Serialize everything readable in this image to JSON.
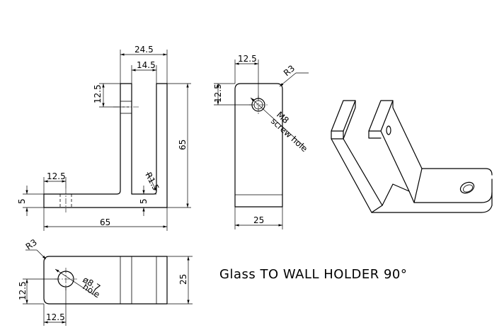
{
  "title": "Glass TO WALL HOLDER 90°",
  "views": {
    "side": {
      "dims": {
        "top_width": "24.5",
        "slot_width": "14.5",
        "hole_offset_v": "12.5",
        "height": "65",
        "radius": "R1.5",
        "base_hole_offset": "12.5",
        "base_thickness": "5",
        "slot_depth": "5",
        "length": "65"
      }
    },
    "front": {
      "dims": {
        "hole_offset_h": "12.5",
        "hole_offset_v": "12.5",
        "radius": "R3",
        "screw_line1": "M8",
        "screw_line2": "screw hole",
        "width": "25"
      }
    },
    "bottom": {
      "dims": {
        "radius": "R3",
        "hole_line1": "ø8.7",
        "hole_line2": "hole",
        "hole_offset_v": "12.5",
        "hole_offset_h": "12.5",
        "width": "25"
      }
    }
  }
}
